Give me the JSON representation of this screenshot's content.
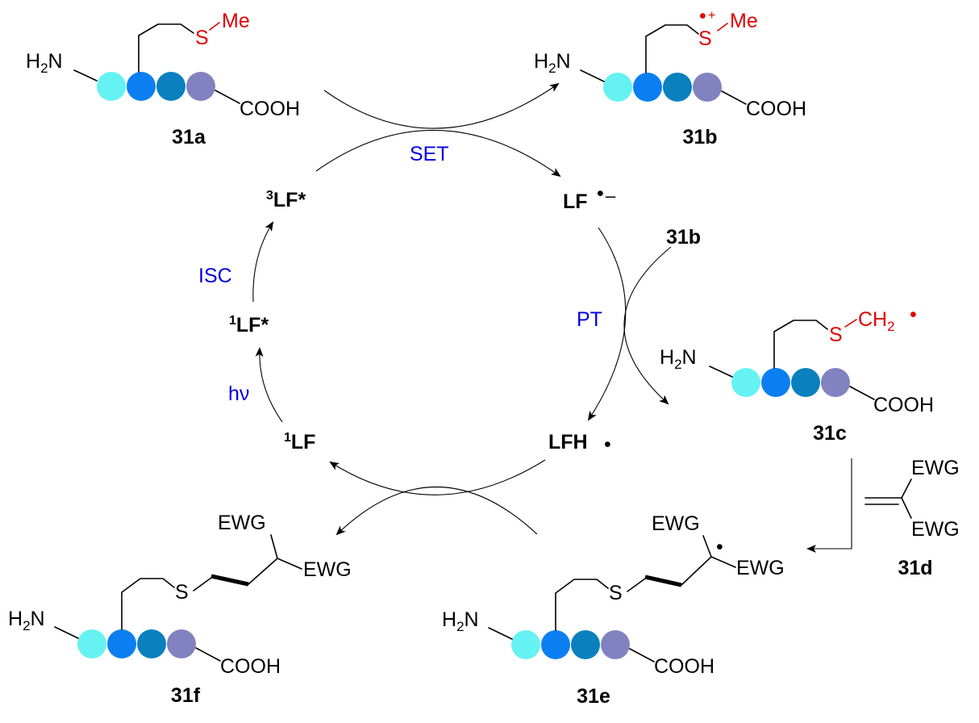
{
  "colors": {
    "bead1": "#66f2f2",
    "bead2": "#0b7ff2",
    "bead3": "#0a80bf",
    "bead4": "#8282c0",
    "heteroatom": "#e00000",
    "step_text": "#0000e0"
  },
  "labels": {
    "amine": "H2N",
    "acid": "COOH",
    "sulfur": "S",
    "methyl": "Me",
    "ch2": "CH2",
    "ewg": "EWG"
  },
  "compounds": {
    "a": "31a",
    "b": "31b",
    "b_reagent": "31b",
    "c": "31c",
    "d": "31d",
    "e": "31e",
    "f": "31f"
  },
  "cycle": {
    "triplet": "3LF*",
    "radical_anion": "LF •–",
    "singlet_excited": "1LF*",
    "neutral_radical": "LFH •",
    "ground": "1LF"
  },
  "steps": {
    "set": "SET",
    "isc": "ISC",
    "pt": "PT",
    "hv": "hν"
  }
}
